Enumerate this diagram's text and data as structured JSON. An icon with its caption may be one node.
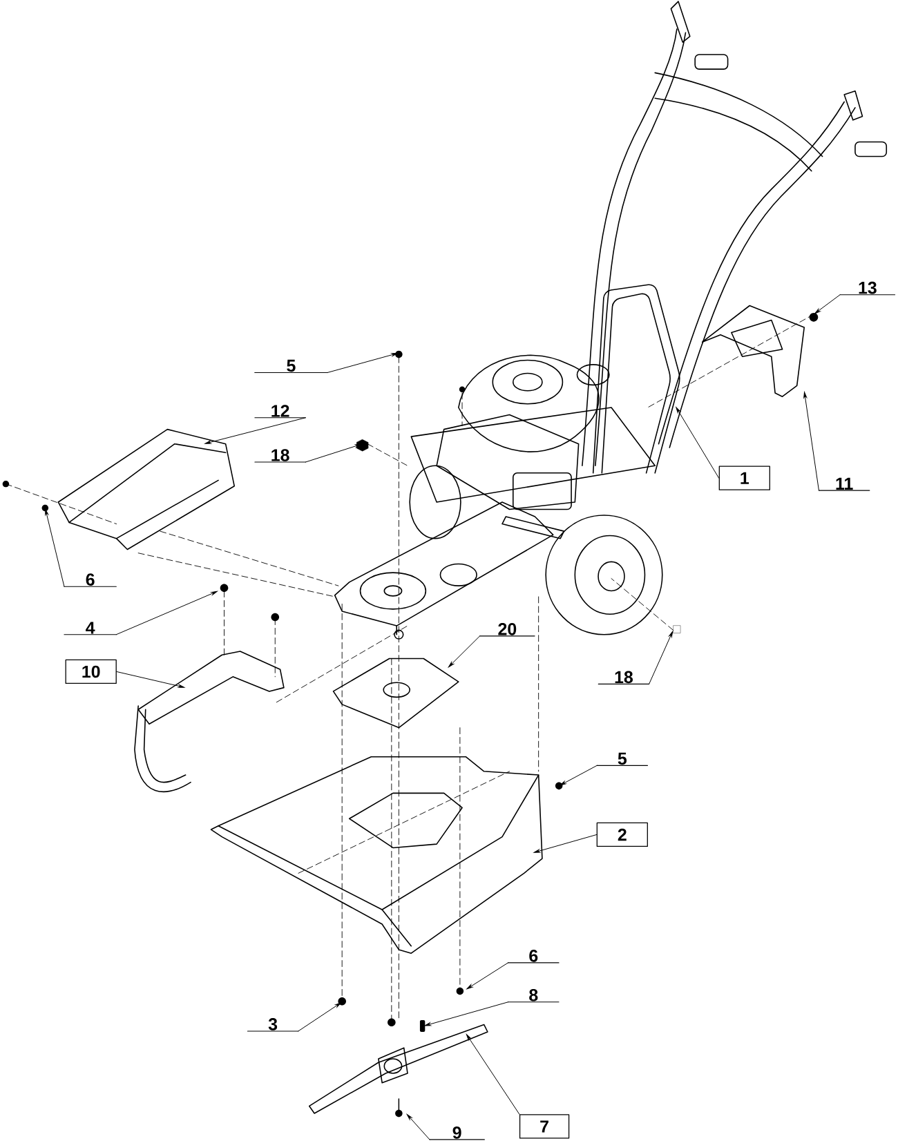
{
  "diagram": {
    "nodes": [
      {
        "text": [
          "13"
        ]
      },
      {
        "text": [
          "5"
        ]
      },
      {
        "text": [
          "12"
        ]
      },
      {
        "text": [
          "18"
        ]
      },
      {
        "text": [
          "1"
        ]
      },
      {
        "text": [
          "11"
        ]
      },
      {
        "text": [
          "6"
        ]
      },
      {
        "text": [
          "4"
        ]
      },
      {
        "text": [
          "20"
        ]
      },
      {
        "text": [
          "18"
        ]
      },
      {
        "text": [
          "10"
        ]
      },
      {
        "text": [
          "5"
        ]
      },
      {
        "text": [
          "2"
        ]
      },
      {
        "text": [
          "6"
        ]
      },
      {
        "text": [
          "8"
        ]
      },
      {
        "text": [
          "3"
        ]
      },
      {
        "text": [
          "9"
        ]
      },
      {
        "text": [
          "7"
        ]
      }
    ],
    "edges": [
      {
        "from": 0,
        "to": null,
        "arrow": "to"
      },
      {
        "from": 1,
        "to": null,
        "arrow": "to"
      },
      {
        "from": 2,
        "to": null,
        "arrow": "to"
      },
      {
        "from": 3,
        "to": null,
        "arrow": "to"
      },
      {
        "from": 4,
        "to": null,
        "arrow": "to"
      },
      {
        "from": 5,
        "to": null,
        "arrow": "to"
      },
      {
        "from": 6,
        "to": null,
        "arrow": "to"
      },
      {
        "from": 7,
        "to": null,
        "arrow": "to"
      },
      {
        "from": 8,
        "to": null,
        "arrow": "to"
      },
      {
        "from": 9,
        "to": null,
        "arrow": "to"
      },
      {
        "from": 10,
        "to": null,
        "arrow": "to"
      },
      {
        "from": 11,
        "to": null,
        "arrow": "to"
      },
      {
        "from": 12,
        "to": null,
        "arrow": "to"
      },
      {
        "from": 13,
        "to": null,
        "arrow": "to"
      },
      {
        "from": 14,
        "to": null,
        "arrow": "to"
      },
      {
        "from": 15,
        "to": null,
        "arrow": "to"
      },
      {
        "from": 16,
        "to": null,
        "arrow": "to"
      },
      {
        "from": 17,
        "to": null,
        "arrow": "to"
      }
    ]
  }
}
